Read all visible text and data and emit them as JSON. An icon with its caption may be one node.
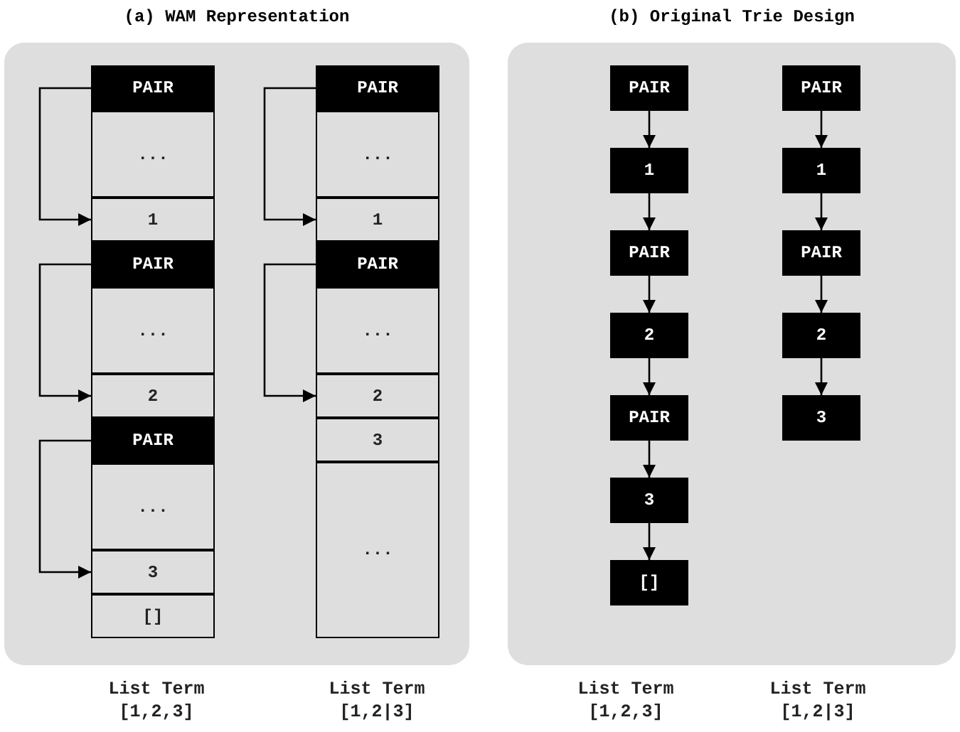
{
  "diagram": {
    "nodes": [
      {
        "text": [
          "(a) WAM Representation"
        ]
      },
      {
        "text": [
          "PAIR"
        ],
        "in": 0
      },
      {
        "text": [
          "..."
        ],
        "in": 0
      },
      {
        "text": [
          "1"
        ],
        "in": 0
      },
      {
        "text": [
          "PAIR"
        ],
        "in": 0
      },
      {
        "text": [
          "..."
        ],
        "in": 0
      },
      {
        "text": [
          "2"
        ],
        "in": 0
      },
      {
        "text": [
          "PAIR"
        ],
        "in": 0
      },
      {
        "text": [
          "..."
        ],
        "in": 0
      },
      {
        "text": [
          "3"
        ],
        "in": 0
      },
      {
        "text": [
          "[]"
        ],
        "in": 0
      },
      {
        "text": [
          "PAIR"
        ],
        "in": 0
      },
      {
        "text": [
          "..."
        ],
        "in": 0
      },
      {
        "text": [
          "1"
        ],
        "in": 0
      },
      {
        "text": [
          "PAIR"
        ],
        "in": 0
      },
      {
        "text": [
          "..."
        ],
        "in": 0
      },
      {
        "text": [
          "2"
        ],
        "in": 0
      },
      {
        "text": [
          "3"
        ],
        "in": 0
      },
      {
        "text": [
          "..."
        ],
        "in": 0
      },
      {
        "text": [
          "(b) Original Trie Design"
        ]
      },
      {
        "text": [
          "PAIR"
        ],
        "in": 19
      },
      {
        "text": [
          "1"
        ],
        "in": 19
      },
      {
        "text": [
          "PAIR"
        ],
        "in": 19
      },
      {
        "text": [
          "2"
        ],
        "in": 19
      },
      {
        "text": [
          "PAIR"
        ],
        "in": 19
      },
      {
        "text": [
          "3"
        ],
        "in": 19
      },
      {
        "text": [
          "[]"
        ],
        "in": 19
      },
      {
        "text": [
          "PAIR"
        ],
        "in": 19
      },
      {
        "text": [
          "1"
        ],
        "in": 19
      },
      {
        "text": [
          "PAIR"
        ],
        "in": 19
      },
      {
        "text": [
          "2"
        ],
        "in": 19
      },
      {
        "text": [
          "3"
        ],
        "in": 19
      }
    ],
    "edges": [
      {
        "from": 1,
        "to": 3,
        "arrow": "to"
      },
      {
        "from": 4,
        "to": 6,
        "arrow": "to"
      },
      {
        "from": 7,
        "to": 9,
        "arrow": "to"
      },
      {
        "from": 11,
        "to": 13,
        "arrow": "to"
      },
      {
        "from": 14,
        "to": 16,
        "arrow": "to"
      },
      {
        "from": 20,
        "to": 21,
        "arrow": "to"
      },
      {
        "from": 21,
        "to": 22,
        "arrow": "to"
      },
      {
        "from": 22,
        "to": 23,
        "arrow": "to"
      },
      {
        "from": 23,
        "to": 24,
        "arrow": "to"
      },
      {
        "from": 24,
        "to": 25,
        "arrow": "to"
      },
      {
        "from": 25,
        "to": 26,
        "arrow": "to"
      },
      {
        "from": 27,
        "to": 28,
        "arrow": "to"
      },
      {
        "from": 28,
        "to": 29,
        "arrow": "to"
      },
      {
        "from": 29,
        "to": 30,
        "arrow": "to"
      },
      {
        "from": 30,
        "to": 31,
        "arrow": "to"
      }
    ],
    "labels": [
      "List Term [1,2,3]",
      "List Term [1,2|3]",
      "List Term [1,2,3]",
      "List Term [1,2|3]"
    ]
  }
}
